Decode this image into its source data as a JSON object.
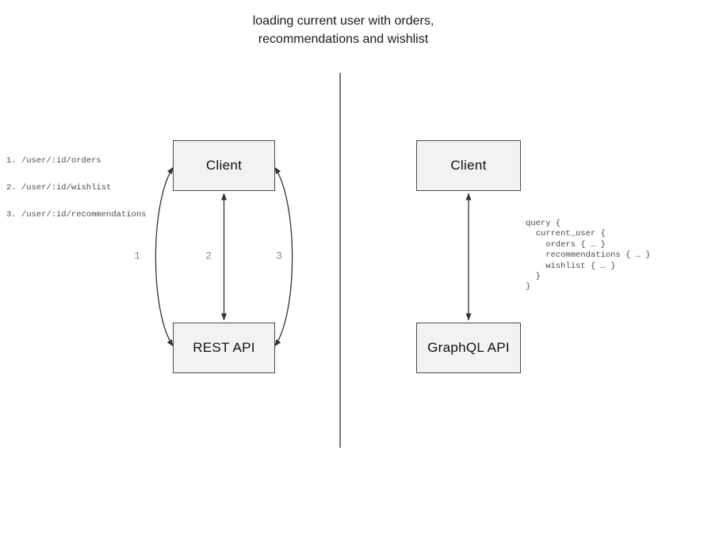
{
  "title": "loading current user with orders,\nrecommendations and wishlist",
  "left_panel": {
    "endpoints": [
      "1. /user/:id/orders",
      "2. /user/:id/wishlist",
      "3. /user/:id/recommendations"
    ],
    "client_label": "Client",
    "api_label": "REST API",
    "arrow_labels": [
      "1",
      "2",
      "3"
    ]
  },
  "right_panel": {
    "client_label": "Client",
    "api_label": "GraphQL API",
    "query": "query {\n  current_user {\n    orders { … }\n    recommendations { … }\n    wishlist { … }\n  }\n}"
  },
  "colors": {
    "box_fill": "#f2f2f2",
    "box_border": "#4d4d4d",
    "arrow": "#333333",
    "divider": "#7a7a7a",
    "muted_text": "#4d4d4d",
    "number_label": "#8a8a8a"
  }
}
